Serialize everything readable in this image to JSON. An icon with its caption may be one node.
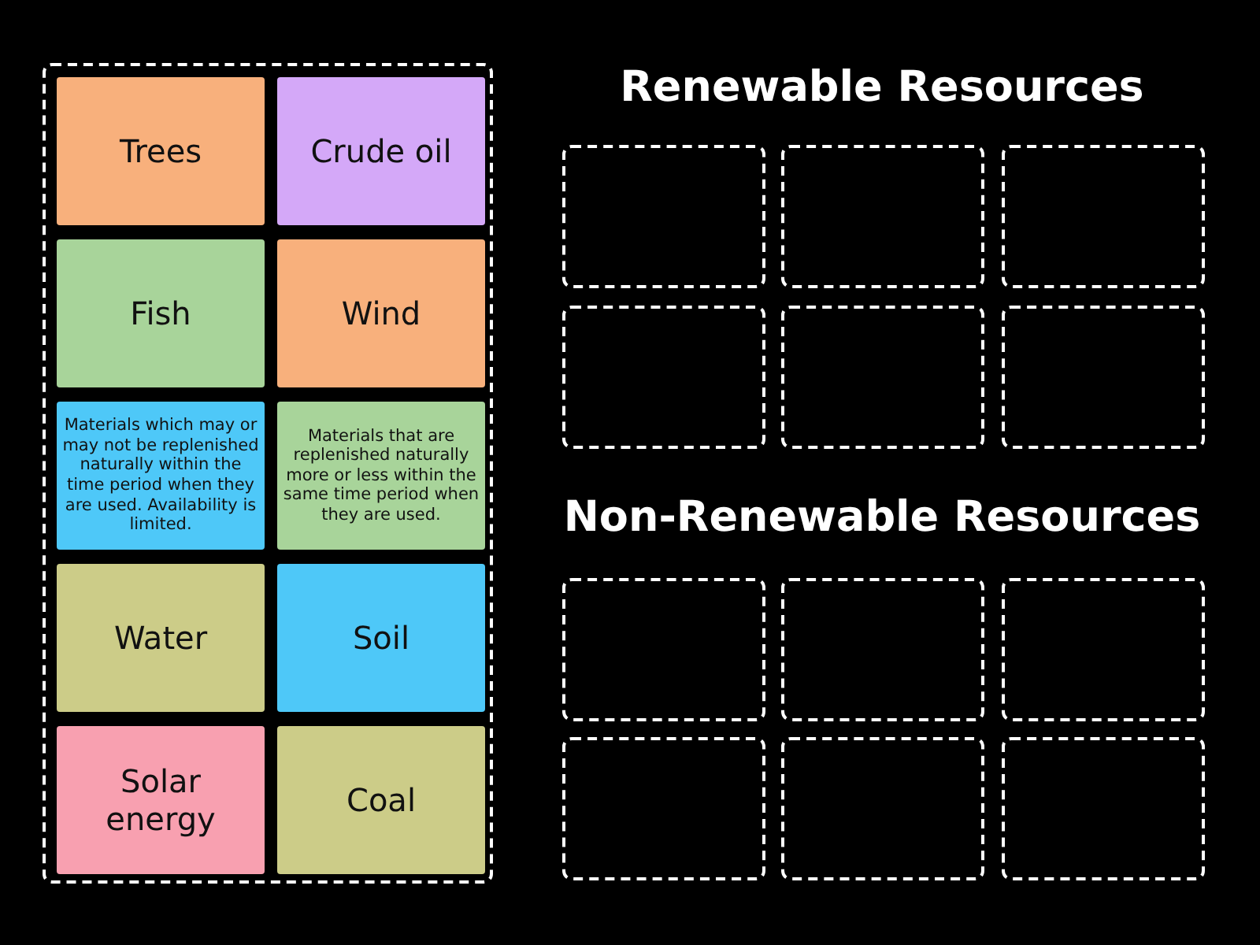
{
  "diagram": {
    "nodes": [
      {
        "text": [],
        "shape": "box"
      },
      {
        "text": [
          "Trees"
        ],
        "in": 0
      },
      {
        "text": [
          "Crude oil"
        ],
        "in": 0
      },
      {
        "text": [
          "Fish"
        ],
        "in": 0
      },
      {
        "text": [
          "Wind"
        ],
        "in": 0
      },
      {
        "text": [
          "Materials which may or may not be replenished naturally within the time period when they are used. Availability is limited."
        ],
        "in": 0
      },
      {
        "text": [
          "Materials that are replenished naturally more or less within the same time period when they are used."
        ],
        "in": 0
      },
      {
        "text": [
          "Water"
        ],
        "in": 0
      },
      {
        "text": [
          "Soil"
        ],
        "in": 0
      },
      {
        "text": [
          "Solar energy"
        ],
        "in": 0
      },
      {
        "text": [
          "Coal"
        ],
        "in": 0
      },
      {
        "text": [],
        "shape": "box"
      },
      {
        "text": [],
        "shape": "box"
      },
      {
        "text": [],
        "shape": "box"
      },
      {
        "text": [],
        "shape": "box"
      },
      {
        "text": [],
        "shape": "box"
      },
      {
        "text": [],
        "shape": "box"
      },
      {
        "text": [],
        "shape": "box"
      },
      {
        "text": [],
        "shape": "box"
      },
      {
        "text": [],
        "shape": "box"
      },
      {
        "text": [],
        "shape": "box"
      },
      {
        "text": [],
        "shape": "box"
      },
      {
        "text": [],
        "shape": "box"
      }
    ],
    "labels": [
      "Renewable Resources",
      "Non-Renewable Resources"
    ]
  }
}
